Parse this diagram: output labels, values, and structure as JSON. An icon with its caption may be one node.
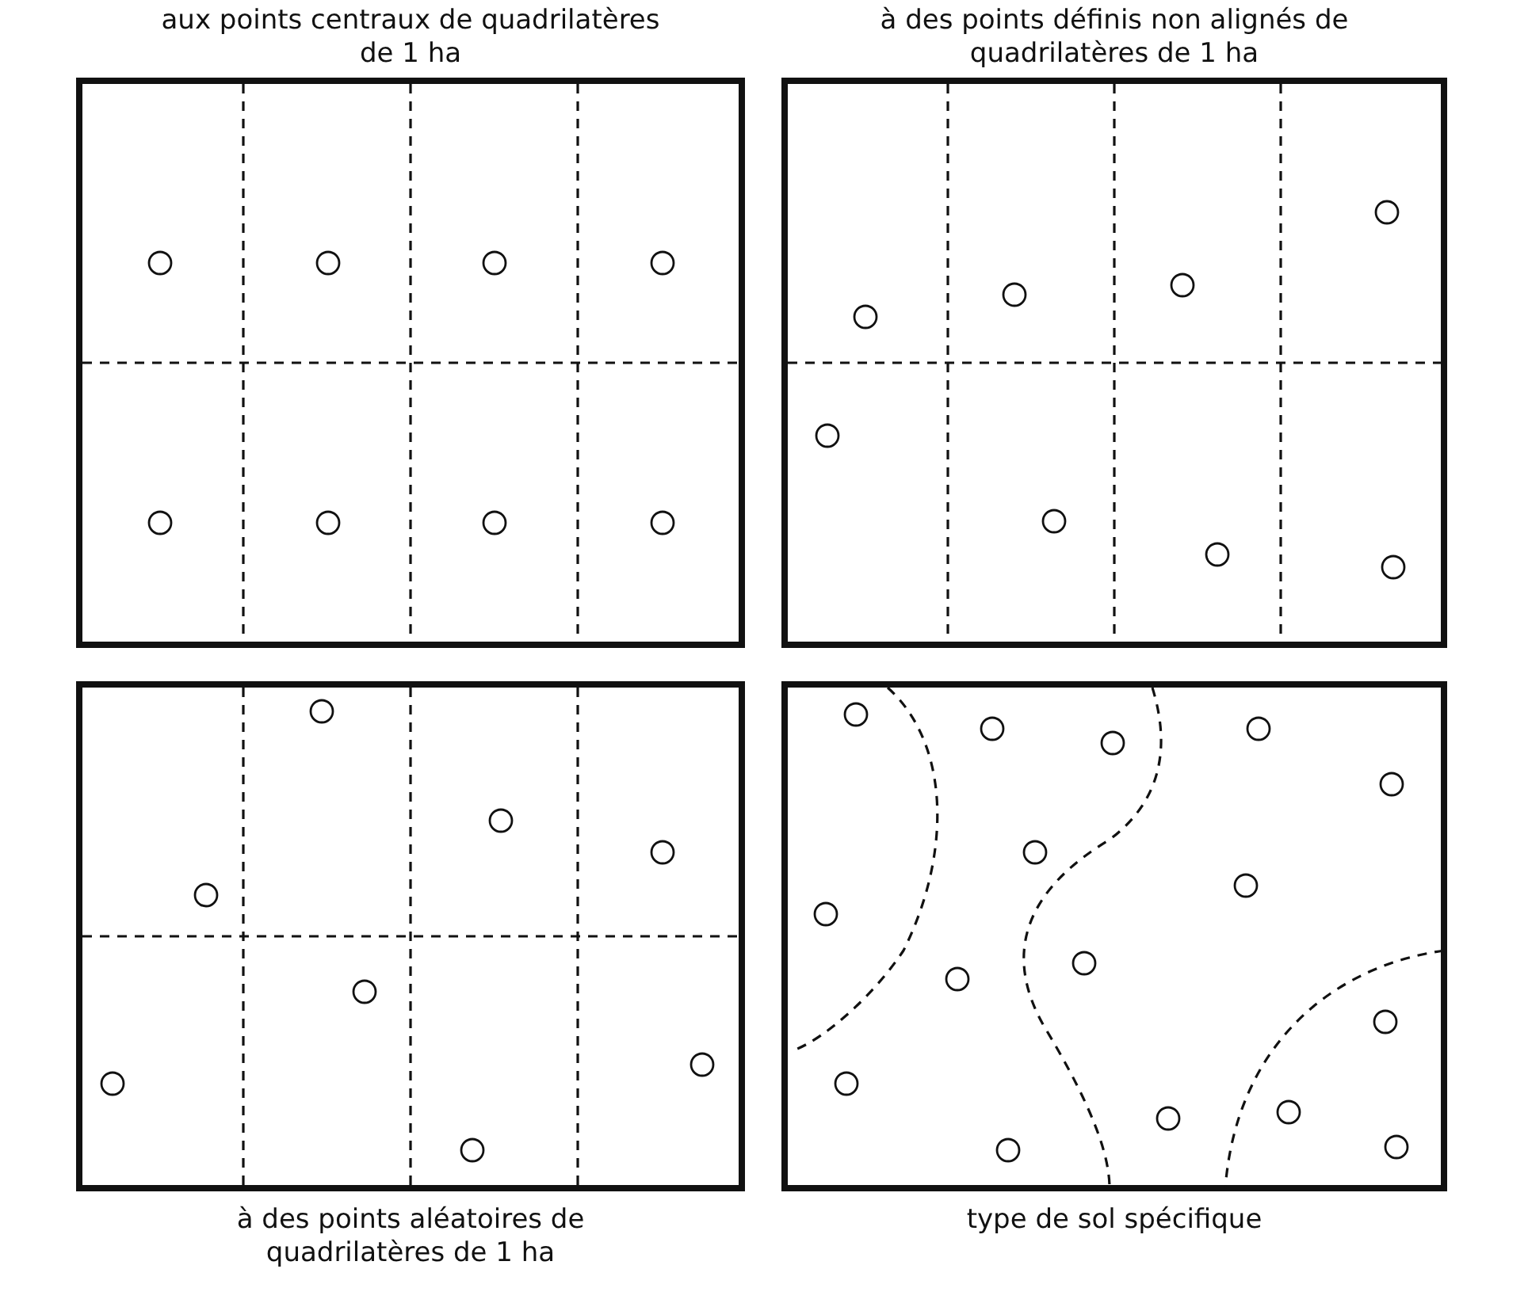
{
  "diagram": {
    "nodes": [
      {
        "text": [
          "aux points centraux de quadrilatères de 1 ha"
        ]
      },
      {
        "text": [
          "à des points définis non alignés de quadrilatères de 1 ha"
        ]
      },
      {
        "text": [
          "à des points aléatoires de quadrilatères de 1 ha"
        ]
      },
      {
        "text": [
          "type de sol spécifique"
        ]
      }
    ]
  }
}
